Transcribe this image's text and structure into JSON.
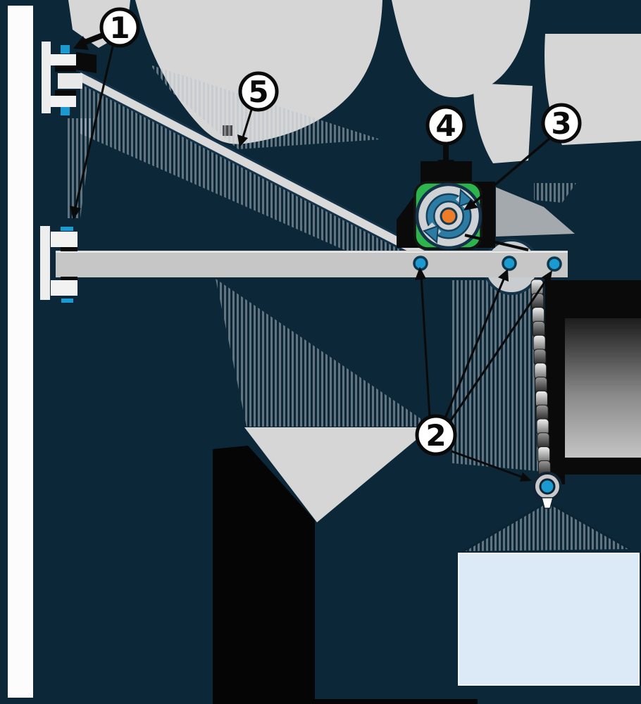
{
  "figure": {
    "type": "technical-illustration",
    "subject": "wall-mounted jib crane with chain hoist and suspended load"
  },
  "colors": {
    "background": "#0c2737",
    "ink_black": "#0a0a0a",
    "outline_navy": "#14334a",
    "accent_blue": "#1b9ad2",
    "machine_green": "#2db44d",
    "dial_orange": "#ee7d2a",
    "metal_light_gray": "#d6d6d6",
    "beam_gray": "#c6c6c6",
    "wall_white": "#fcfcfc",
    "load_light_blue": "#dce9f7"
  },
  "callouts": [
    {
      "number": "1",
      "part": "wall-mounting-brackets"
    },
    {
      "number": "2",
      "part": "attachment-points-and-hook"
    },
    {
      "number": "3",
      "part": "rotation-drive-icon"
    },
    {
      "number": "4",
      "part": "hoist-motor-housing"
    },
    {
      "number": "5",
      "part": "diagonal-brace"
    }
  ],
  "icons": [
    {
      "name": "rotation-arrows-icon",
      "meaning": "motor rotation"
    },
    {
      "name": "hook-ring-icon",
      "meaning": "lifting hook"
    }
  ]
}
